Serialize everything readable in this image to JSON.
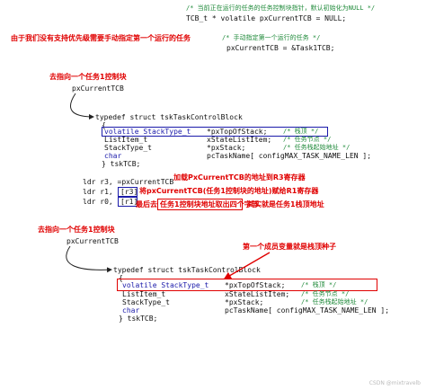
{
  "header": {
    "comment_line": "/* 当前正在运行的任务的任务控制块指针，默认初始化为NULL */",
    "decl_line": "TCB_t * volatile pxCurrentTCB = NULL;"
  },
  "annotations": {
    "no_priority_note": "由于我们没有支持优先级需要手动指定第一个运行的任务",
    "assign_comment": "/* 手动指定第一个运行的任务 */",
    "assign_code": "pxCurrentTCB = &Task1TCB;",
    "points_task1_a": "去指向一个任务1控制块",
    "points_task1_b": "去指向一个任务1控制块",
    "load_note": "加载PxCurrentTCB的地址到R3寄存器",
    "r1_note": "将pxCurrentTCB(任务1控制块的地址)赋给R1寄存器",
    "r0_note_prefix": "最后去",
    "r0_note_boxed": "任务1控制块地址取出四个字节",
    "r0_note_suffix": "其实就是任务1栈顶地址",
    "first_member_note": "第一个成员变量就是栈顶种子"
  },
  "block1": {
    "var": "pxCurrentTCB",
    "typedef": "typedef struct tskTaskControlBlock",
    "open": "{",
    "rows": [
      {
        "type": "volatile StackType_t",
        "name": "*pxTopOfStack;",
        "comment": "/* 栈顶 */"
      },
      {
        "type": "ListItem_t",
        "name": "xStateListItem;",
        "comment": "/* 任务节点 */"
      },
      {
        "type": "StackType_t",
        "name": "*pxStack;",
        "comment": "/* 任务栈起始地址 */"
      },
      {
        "type": "char",
        "name": "pcTaskName[ configMAX_TASK_NAME_LEN ];",
        "comment": ""
      }
    ],
    "close": "} tskTCB;"
  },
  "asm": {
    "l1": "ldr r3, =pxCurrentTCB",
    "l2_op": "ldr r1, ",
    "l2_arg": "[r3]",
    "l3_op": "ldr r0, ",
    "l3_arg": "[r1]"
  },
  "block2": {
    "var": "pxCurrentTCB",
    "typedef": "typedef struct tskTaskControlBlock",
    "open": "{",
    "rows": [
      {
        "type": "volatile StackType_t",
        "name": "*pxTopOfStack;",
        "comment": "/* 栈顶 */"
      },
      {
        "type": "ListItem_t",
        "name": "xStateListItem;",
        "comment": "/* 任务节点 */"
      },
      {
        "type": "StackType_t",
        "name": "*pxStack;",
        "comment": "/* 任务栈起始地址 */"
      },
      {
        "type": "char",
        "name": "pcTaskName[ configMAX_TASK_NAME_LEN ];",
        "comment": ""
      }
    ],
    "close": "} tskTCB;"
  },
  "watermark": "CSDN @mixtravelb",
  "colors": {
    "annotation": "#e00000",
    "keyword": "#1a1aaa",
    "comment": "#1f8a3a"
  }
}
